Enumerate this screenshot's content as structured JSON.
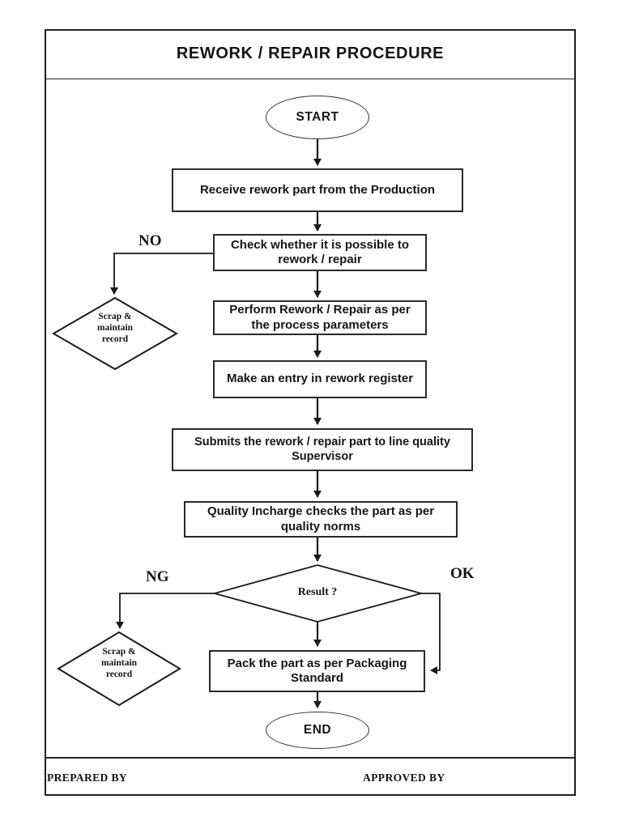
{
  "page": {
    "title": "REWORK / REPAIR PROCEDURE",
    "footer": {
      "prepared_by": "PREPARED BY",
      "approved_by": "APPROVED BY"
    }
  },
  "flowchart": {
    "terminals": {
      "start": "START",
      "end": "END"
    },
    "steps": {
      "receive": "Receive rework part from the Production",
      "check": "Check whether it is possible to\nrework / repair",
      "perform": "Perform Rework / Repair as per\nthe process parameters",
      "register": "Make an entry in rework register",
      "submit": "Submits the rework / repair part to line quality\nSupervisor",
      "quality": "Quality Incharge checks the part as per\nquality norms",
      "pack": "Pack the part as per Packaging\nStandard"
    },
    "decision": {
      "label": "Result ?"
    },
    "branch_labels": {
      "no": "NO",
      "ng": "NG",
      "ok": "OK"
    },
    "scrap_node": "Scrap &\nmaintain\nrecord"
  },
  "colors": {
    "ink": "#1a1a1a",
    "paper": "#ffffff"
  }
}
